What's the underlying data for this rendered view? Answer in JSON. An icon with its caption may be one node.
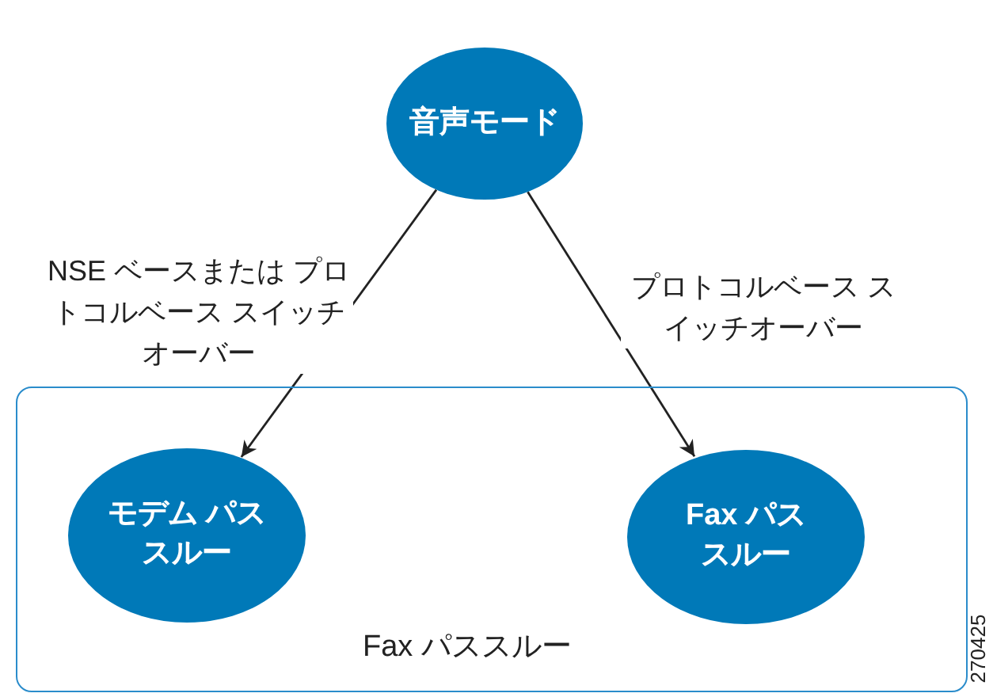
{
  "diagram": {
    "nodes": [
      {
        "text": [
          "音声モード"
        ]
      },
      {
        "text": [
          "Fax パススルー"
        ]
      },
      {
        "text": [
          "モデム パススルー"
        ],
        "in": 1
      },
      {
        "text": [
          "Fax パススルー"
        ],
        "in": 1
      }
    ],
    "edges": [
      {
        "from": 0,
        "to": 2,
        "arrow": "to",
        "label": "NSE ベースまたは プロトコルベース スイッチオーバー"
      },
      {
        "from": 0,
        "to": 3,
        "arrow": "to",
        "label": "プロトコルベース スイッチオーバー"
      }
    ],
    "labels": [
      "270425"
    ]
  }
}
